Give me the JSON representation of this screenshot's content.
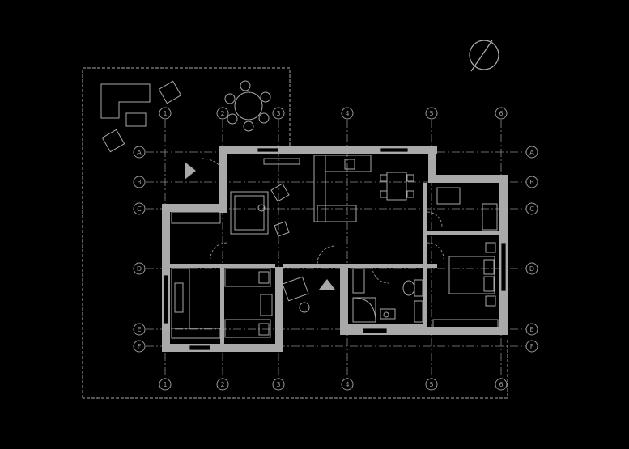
{
  "plan": {
    "grid_columns": [
      "1",
      "2",
      "3",
      "4",
      "5",
      "6"
    ],
    "grid_rows": [
      "A",
      "B",
      "C",
      "D",
      "E",
      "F"
    ]
  },
  "colors": {
    "background": "#000000",
    "wall": "#a9a9a9",
    "grid_line": "#8c8c8c",
    "furniture": "#a9a9a9"
  },
  "icons": [
    "north-arrow-icon",
    "entrance-marker-icon",
    "level-marker-icon"
  ]
}
